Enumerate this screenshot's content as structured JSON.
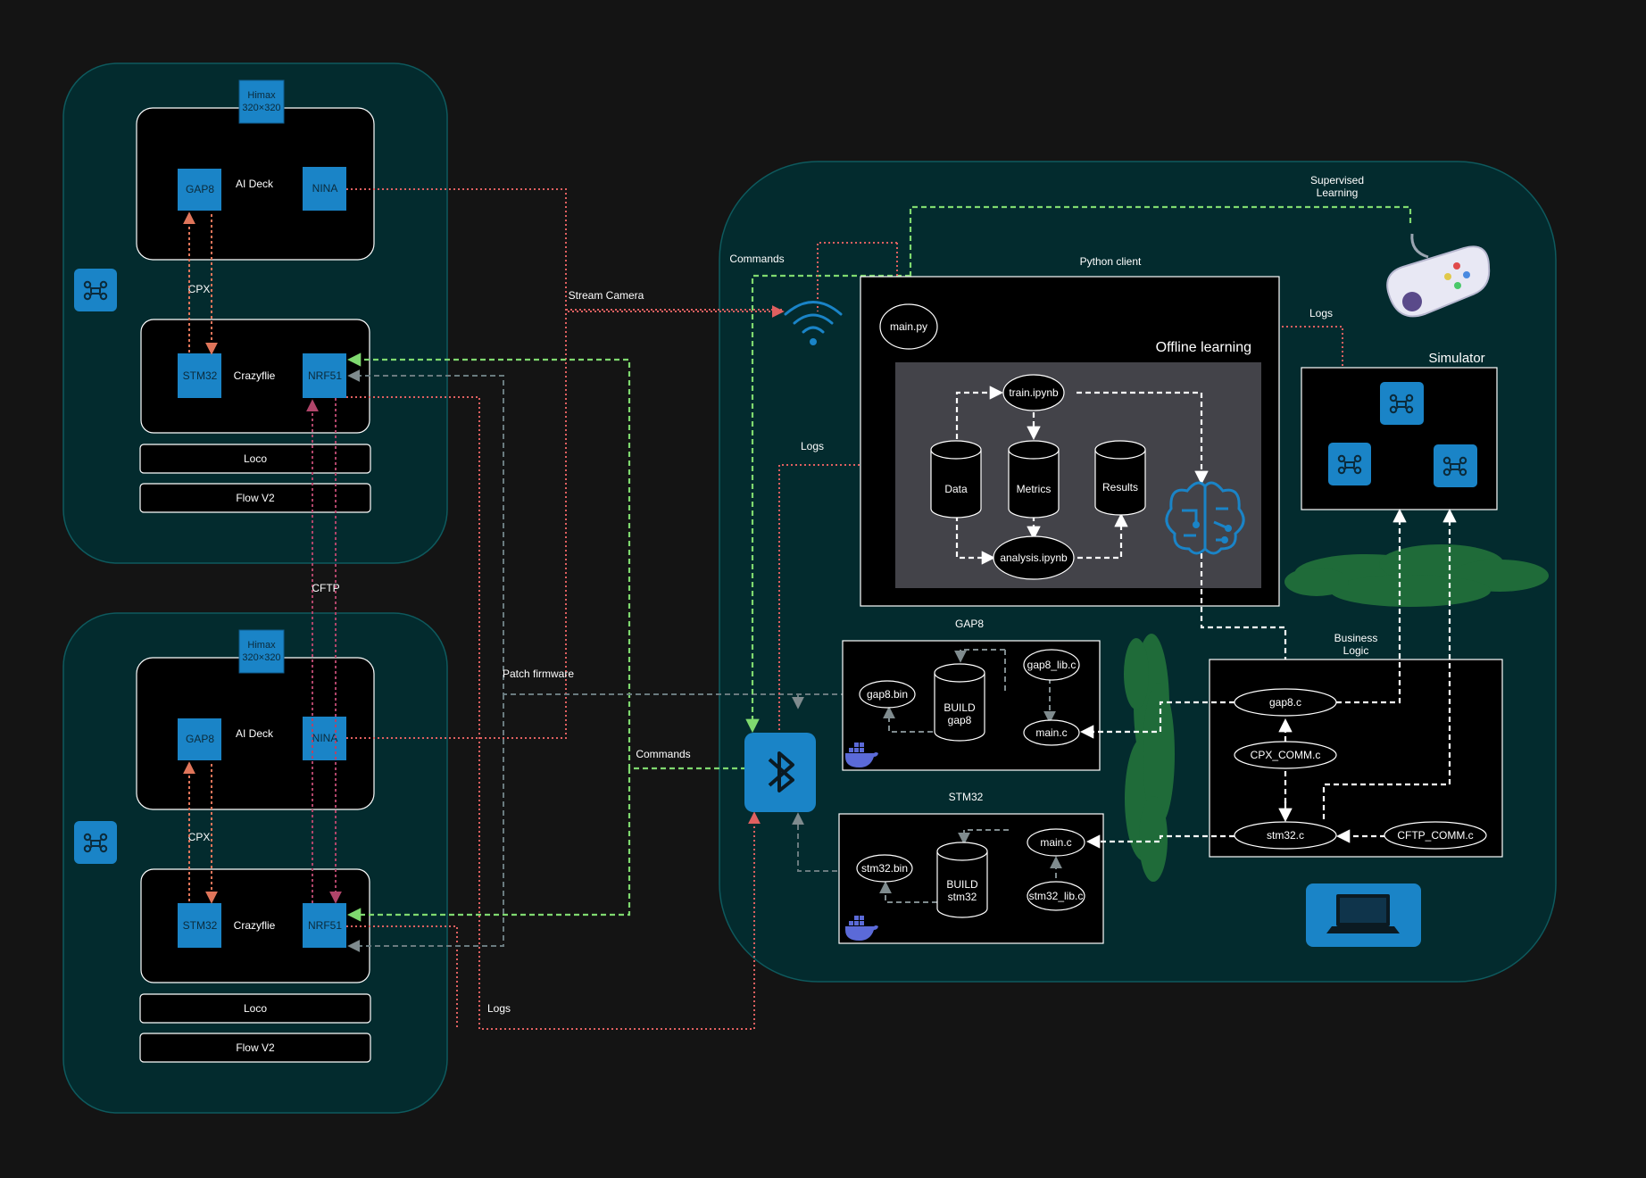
{
  "colors": {
    "background": "#141414",
    "container": "#032b2e",
    "container_border": "#0e5a5e",
    "chip": "#1a84c7",
    "red_link": "#e06060",
    "green_link": "#7fd96f",
    "gray_link": "#6a7b7f",
    "white_link": "#ffffff",
    "offline_panel": "#434349",
    "cloud": "#1f6b39",
    "icon_bg": "#1a84c7"
  },
  "drones": [
    {
      "camera": {
        "line1": "Himax",
        "line2": "320×320"
      },
      "ai_deck": "AI Deck",
      "gap8": "GAP8",
      "nina": "NINA",
      "cpx": "CPX",
      "crazyflie": "Crazyflie",
      "stm32": "STM32",
      "nrf51": "NRF51",
      "loco": "Loco",
      "flow": "Flow V2",
      "icon": "drone-icon"
    },
    {
      "camera": {
        "line1": "Himax",
        "line2": "320×320"
      },
      "ai_deck": "AI Deck",
      "gap8": "GAP8",
      "nina": "NINA",
      "cpx": "CPX",
      "crazyflie": "Crazyflie",
      "stm32": "STM32",
      "nrf51": "NRF51",
      "loco": "Loco",
      "flow": "Flow V2",
      "icon": "drone-icon"
    }
  ],
  "links": {
    "cftp": "CFTP",
    "stream_camera": "Stream Camera",
    "patch_firmware": "Patch firmware",
    "commands_bt": "Commands",
    "logs_bt": "Logs",
    "commands_top": "Commands",
    "logs_mid": "Logs",
    "logs_sim": "Logs",
    "supervised": {
      "line1": "Supervised",
      "line2": "Learning"
    }
  },
  "python_client": {
    "title": "Python client",
    "main": "main.py",
    "offline_title": "Offline learning",
    "train": "train.ipynb",
    "data": "Data",
    "metrics": "Metrics",
    "results": "Results",
    "analysis": "analysis.ipynb"
  },
  "simulator": {
    "title": "Simulator"
  },
  "gap8_build": {
    "title": "GAP8",
    "bin": "gap8.bin",
    "build_line1": "BUILD",
    "build_line2": "gap8",
    "lib": "gap8_lib.c",
    "main": "main.c"
  },
  "stm32_build": {
    "title": "STM32",
    "bin": "stm32.bin",
    "build_line1": "BUILD",
    "build_line2": "stm32",
    "lib": "stm32_lib.c",
    "main": "main.c"
  },
  "business_logic": {
    "title_line1": "Business",
    "title_line2": "Logic",
    "gap8c": "gap8.c",
    "cpx_comm": "CPX_COMM.c",
    "stm32c": "stm32.c",
    "cftp_comm": "CFTP_COMM.c"
  },
  "icons": {
    "wifi": "wifi-icon",
    "bluetooth": "bluetooth-icon",
    "gamepad": "gamepad-icon",
    "brain": "brain-circuit-icon",
    "laptop": "laptop-icon",
    "docker": "docker-icon"
  }
}
